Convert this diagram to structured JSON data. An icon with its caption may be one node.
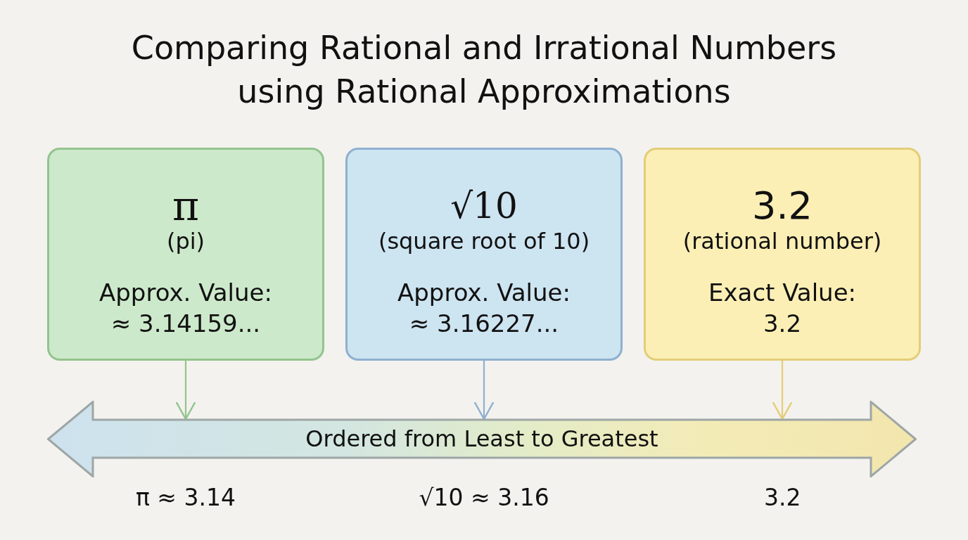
{
  "diagram": {
    "title": "Comparing Rational and Irrational Numbers using Rational Approximations",
    "nodes": [
      {
        "text": [
          "π",
          "(pi)",
          "Approx. Value: ≈ 3.14159..."
        ]
      },
      {
        "text": [
          "√10",
          "(square root of 10)",
          "Approx. Value: ≈ 3.16227..."
        ]
      },
      {
        "text": [
          "3.2",
          "(rational number)",
          "Exact Value: 3.2"
        ]
      },
      {
        "text": [
          "Ordered from Least to Greatest"
        ]
      }
    ],
    "edges": [
      {
        "from": 0,
        "to": 3,
        "arrow": "to",
        "color": "#93c48e"
      },
      {
        "from": 1,
        "to": 3,
        "arrow": "to",
        "color": "#8fb0d0"
      },
      {
        "from": 2,
        "to": 3,
        "arrow": "to",
        "color": "#e4cd78"
      }
    ],
    "labels": [
      "π ≈ 3.14",
      "√10 ≈ 3.16",
      "3.2"
    ]
  }
}
